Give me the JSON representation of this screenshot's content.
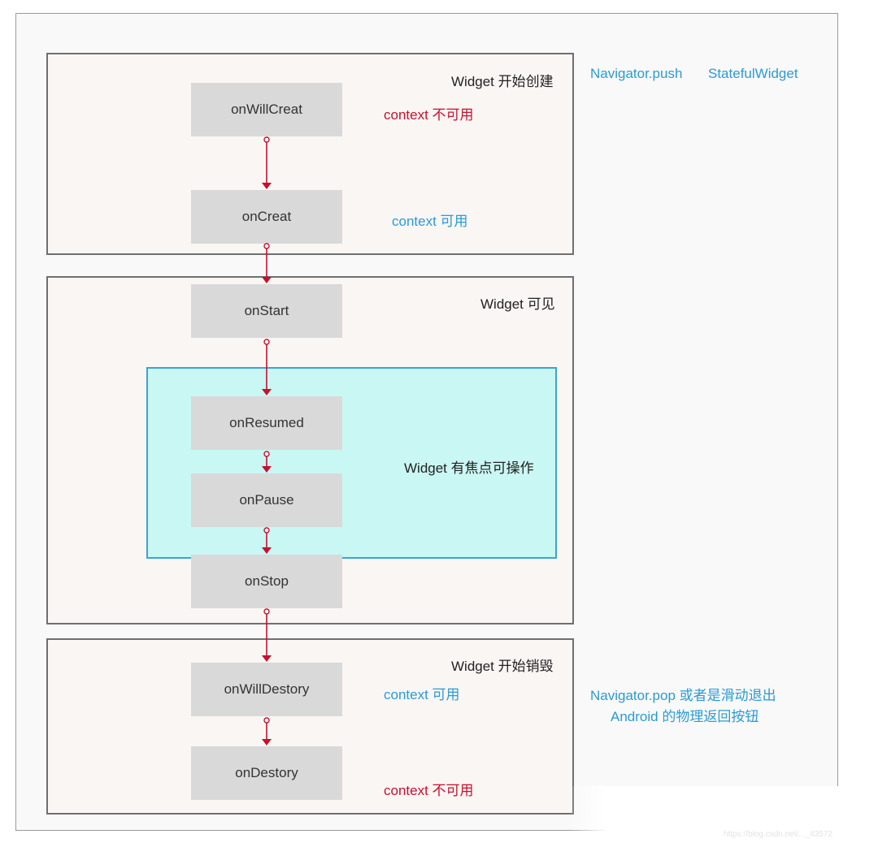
{
  "sections": {
    "create_title": "Widget 开始创建",
    "visible_title": "Widget 可见",
    "focus_title": "Widget 有焦点可操作",
    "destroy_title": "Widget 开始销毁"
  },
  "nodes": {
    "on_will_creat": "onWillCreat",
    "on_creat": "onCreat",
    "on_start": "onStart",
    "on_resumed": "onResumed",
    "on_pause": "onPause",
    "on_stop": "onStop",
    "on_will_destory": "onWillDestory",
    "on_destory": "onDestory"
  },
  "notes": {
    "context_unavailable_1": "context  不可用",
    "context_available_1": "context  可用",
    "context_available_2": "context  可用",
    "context_unavailable_2": "context  不可用"
  },
  "side_labels": {
    "navigator_push": "Navigator.push",
    "stateful_widget": "StatefulWidget",
    "navigator_pop_line1": "Navigator.pop 或者是滑动退出",
    "navigator_pop_line2": "Android 的物理返回按钮"
  },
  "watermark": "https://blog.csdn.net/..._43572",
  "colors": {
    "arrow": "#c8102e",
    "red_text": "#c8102e",
    "blue_text": "#2b9bd3",
    "focus_border": "#3aa3d8",
    "focus_fill": "#c9f7f3",
    "node_fill": "#d9d9d9"
  }
}
